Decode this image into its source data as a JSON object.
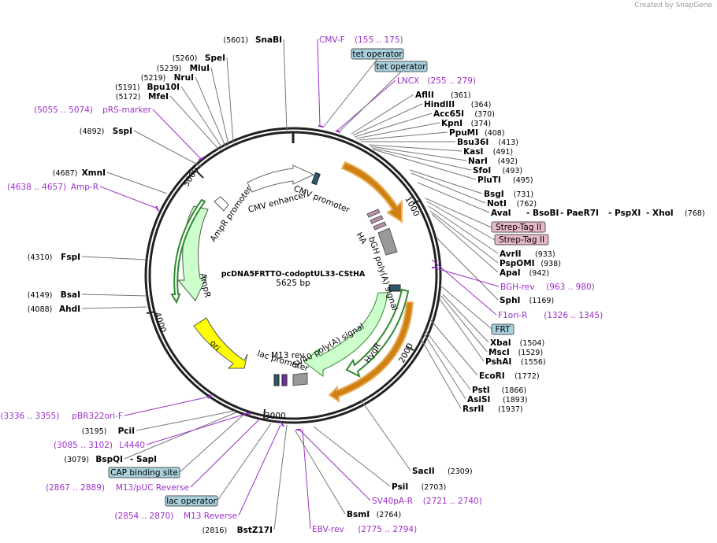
{
  "credit": "Created by SnapGene",
  "plasmid": {
    "name": "pcDNA5FRTTO-codoptUL33-CStHA",
    "length": "5625 bp"
  },
  "ticks": [
    "1000",
    "2000",
    "3000",
    "4000",
    "5000"
  ],
  "features": {
    "cmv_enhancer": "CMV enhancer",
    "cmv_promoter": "CMV promoter",
    "ha": "HA",
    "bgh": "bGH poly(A) signal",
    "hygr": "HygR",
    "sv40": "SV40 poly(A) signal",
    "m13rev": "M13 rev",
    "lac": "lac promoter",
    "ori": "ori",
    "ampr": "AmpR",
    "ampr_prom": "AmpR promoter"
  },
  "enzymes": [
    {
      "name": "SnaBI",
      "pos": "(5601)"
    },
    {
      "name": "SpeI",
      "pos": "(5260)"
    },
    {
      "name": "MluI",
      "pos": "(5239)"
    },
    {
      "name": "NruI",
      "pos": "(5219)"
    },
    {
      "name": "Bpu10I",
      "pos": "(5191)"
    },
    {
      "name": "MfeI",
      "pos": "(5172)"
    },
    {
      "name": "SspI",
      "pos": "(4892)"
    },
    {
      "name": "XmnI",
      "pos": "(4687)"
    },
    {
      "name": "FspI",
      "pos": "(4310)"
    },
    {
      "name": "BsaI",
      "pos": "(4149)"
    },
    {
      "name": "AhdI",
      "pos": "(4088)"
    },
    {
      "name": "PciI",
      "pos": "(3195)"
    },
    {
      "name": "BspQI",
      "pos": "(3079)"
    },
    {
      "name": "SapI",
      "pos": ""
    },
    {
      "name": "BstZ17I",
      "pos": "(2816)"
    },
    {
      "name": "AflII",
      "pos": "(361)"
    },
    {
      "name": "HindIII",
      "pos": "(364)"
    },
    {
      "name": "Acc65I",
      "pos": "(370)"
    },
    {
      "name": "KpnI",
      "pos": "(374)"
    },
    {
      "name": "PpuMI",
      "pos": "(408)"
    },
    {
      "name": "Bsu36I",
      "pos": "(413)"
    },
    {
      "name": "KasI",
      "pos": "(491)"
    },
    {
      "name": "NarI",
      "pos": "(492)"
    },
    {
      "name": "SfoI",
      "pos": "(493)"
    },
    {
      "name": "PluTI",
      "pos": "(495)"
    },
    {
      "name": "BsgI",
      "pos": "(731)"
    },
    {
      "name": "NotI",
      "pos": "(762)"
    },
    {
      "name": "AvaI",
      "pos": ""
    },
    {
      "name": "BsoBI",
      "pos": ""
    },
    {
      "name": "PaeR7I",
      "pos": ""
    },
    {
      "name": "PspXI",
      "pos": ""
    },
    {
      "name": "XhoI",
      "pos": "(768)"
    },
    {
      "name": "AvrII",
      "pos": "(933)"
    },
    {
      "name": "PspOMI",
      "pos": "(938)"
    },
    {
      "name": "ApaI",
      "pos": "(942)"
    },
    {
      "name": "SphI",
      "pos": "(1169)"
    },
    {
      "name": "XbaI",
      "pos": "(1504)"
    },
    {
      "name": "MscI",
      "pos": "(1529)"
    },
    {
      "name": "PshAI",
      "pos": "(1556)"
    },
    {
      "name": "EcoRI",
      "pos": "(1772)"
    },
    {
      "name": "PstI",
      "pos": "(1866)"
    },
    {
      "name": "AsiSI",
      "pos": "(1893)"
    },
    {
      "name": "RsrII",
      "pos": "(1937)"
    },
    {
      "name": "SacII",
      "pos": "(2309)"
    },
    {
      "name": "PsiI",
      "pos": "(2703)"
    },
    {
      "name": "BsmI",
      "pos": "(2764)"
    }
  ],
  "primers": [
    {
      "name": "CMV-F",
      "range": "(155 .. 175)"
    },
    {
      "name": "LNCX",
      "range": "(255 .. 279)"
    },
    {
      "name": "pRS-marker",
      "range": "(5055 .. 5074)"
    },
    {
      "name": "Amp-R",
      "range": "(4638 .. 4657)"
    },
    {
      "name": "BGH-rev",
      "range": "(963 .. 980)"
    },
    {
      "name": "F1ori-R",
      "range": "(1326 .. 1345)"
    },
    {
      "name": "pBR322ori-F",
      "range": "(3336 .. 3355)"
    },
    {
      "name": "L4440",
      "range": "(3085 .. 3102)"
    },
    {
      "name": "M13/pUC Reverse",
      "range": "(2867 .. 2889)"
    },
    {
      "name": "M13 Reverse",
      "range": "(2854 .. 2870)"
    },
    {
      "name": "SV40pA-R",
      "range": "(2721 .. 2740)"
    },
    {
      "name": "EBV-rev",
      "range": "(2775 .. 2794)"
    }
  ],
  "boxes": {
    "tet1": "tet operator",
    "tet2": "tet operator",
    "strep1": "Strep-Tag II",
    "strep2": "Strep-Tag II",
    "frt": "FRT",
    "cap": "CAP binding site",
    "lacop": "lac operator"
  },
  "colors": {
    "ring": "#222222",
    "primer": "#9b30c8",
    "ampr": "#ccffcc",
    "ampr_edge": "#2e8b2e",
    "ori": "#ffff00",
    "cmv": "#ffffff",
    "bgh": "#999999",
    "orange": "#f0a030",
    "tet": "#a8d0dc",
    "strep": "#e6b8c8"
  }
}
